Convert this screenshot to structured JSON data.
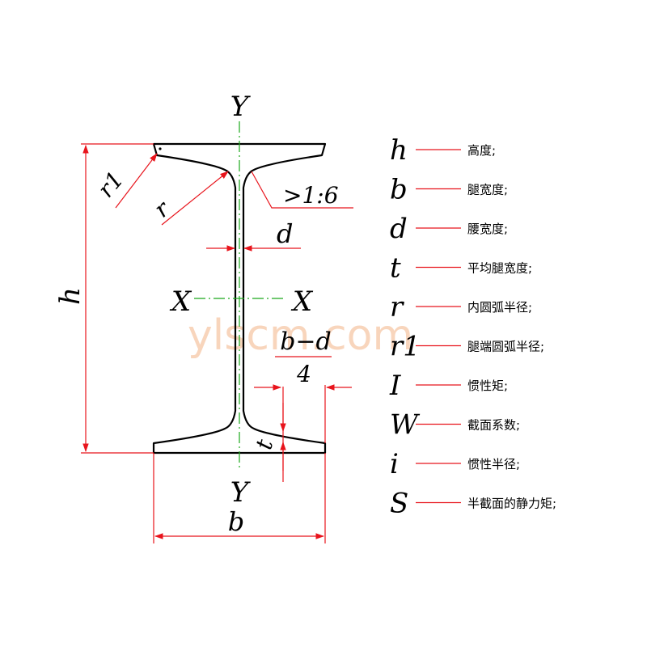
{
  "watermark": "ylscm.com",
  "colors": {
    "outline": "#000000",
    "dimension": "#e8141c",
    "axis": "#1aa81a",
    "watermark": "#f6c7a6"
  },
  "labels": {
    "y_top": "Y",
    "y_bottom": "Y",
    "x_left": "X",
    "x_right": "X",
    "h": "h",
    "b": "b",
    "d": "d",
    "t": "t",
    "r": "r",
    "r1": "r1",
    "slope": ">1:6",
    "bd_num": "b−d",
    "bd_den": "4"
  },
  "legend": [
    {
      "symbol": "h",
      "desc": "高度;"
    },
    {
      "symbol": "b",
      "desc": "腿宽度;"
    },
    {
      "symbol": "d",
      "desc": "腰宽度;"
    },
    {
      "symbol": "t",
      "desc": "平均腿宽度;"
    },
    {
      "symbol": "r",
      "desc": "内圆弧半径;"
    },
    {
      "symbol": "r1",
      "desc": "腿端圆弧半径;"
    },
    {
      "symbol": "I",
      "desc": "惯性矩;"
    },
    {
      "symbol": "W",
      "desc": "截面系数;"
    },
    {
      "symbol": "i",
      "desc": "惯性半径;"
    },
    {
      "symbol": "S",
      "desc": "半截面的静力矩;"
    }
  ]
}
